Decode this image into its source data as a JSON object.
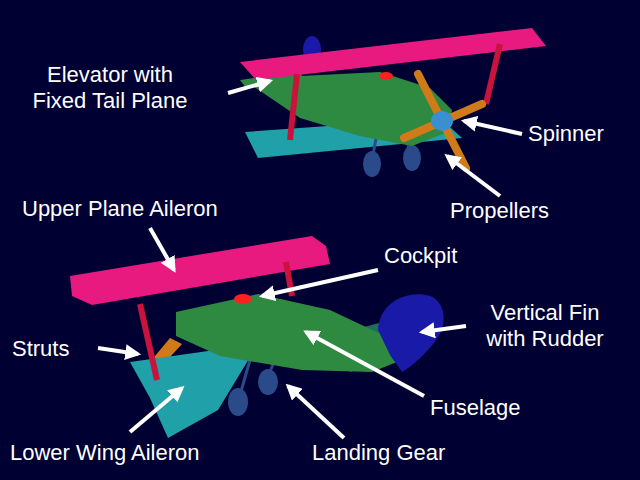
{
  "diagram": {
    "labels": [
      "Elevator with Fixed Tail Plane",
      "Spinner",
      "Propellers",
      "Upper Plane Aileron",
      "Cockpit",
      "Struts",
      "Vertical Fin with Rudder",
      "Fuselage",
      "Lower Wing Aileron",
      "Landing Gear"
    ]
  }
}
